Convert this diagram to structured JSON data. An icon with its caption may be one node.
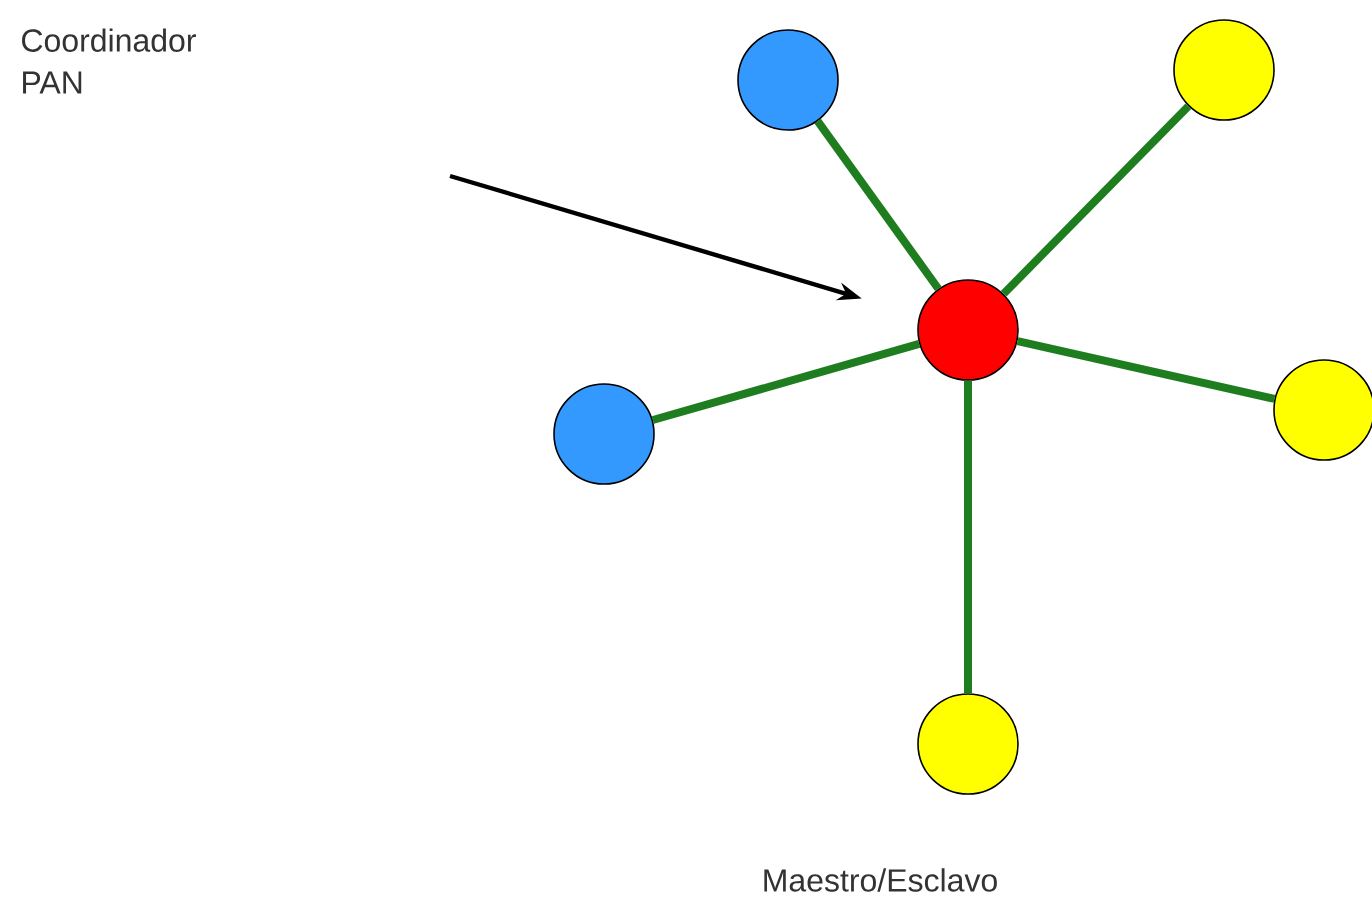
{
  "diagram": {
    "nodes": [
      {
        "text": [],
        "shape": "circle"
      },
      {
        "text": [],
        "shape": "circle"
      },
      {
        "text": [],
        "shape": "circle"
      },
      {
        "text": [],
        "shape": "circle"
      },
      {
        "text": [],
        "shape": "circle"
      },
      {
        "text": [],
        "shape": "circle"
      }
    ],
    "edges": [
      {
        "from": null,
        "to": 2,
        "arrow": "to",
        "color": "#000000"
      },
      {
        "from": 2,
        "to": 0,
        "arrow": "none"
      },
      {
        "from": 2,
        "to": 1,
        "arrow": "none"
      },
      {
        "from": 2,
        "to": 3,
        "arrow": "none"
      },
      {
        "from": 2,
        "to": 4,
        "arrow": "none"
      },
      {
        "from": 2,
        "to": 5,
        "arrow": "none"
      }
    ],
    "labels": [
      "Coordinador PAN",
      "Maestro/Esclavo"
    ]
  }
}
